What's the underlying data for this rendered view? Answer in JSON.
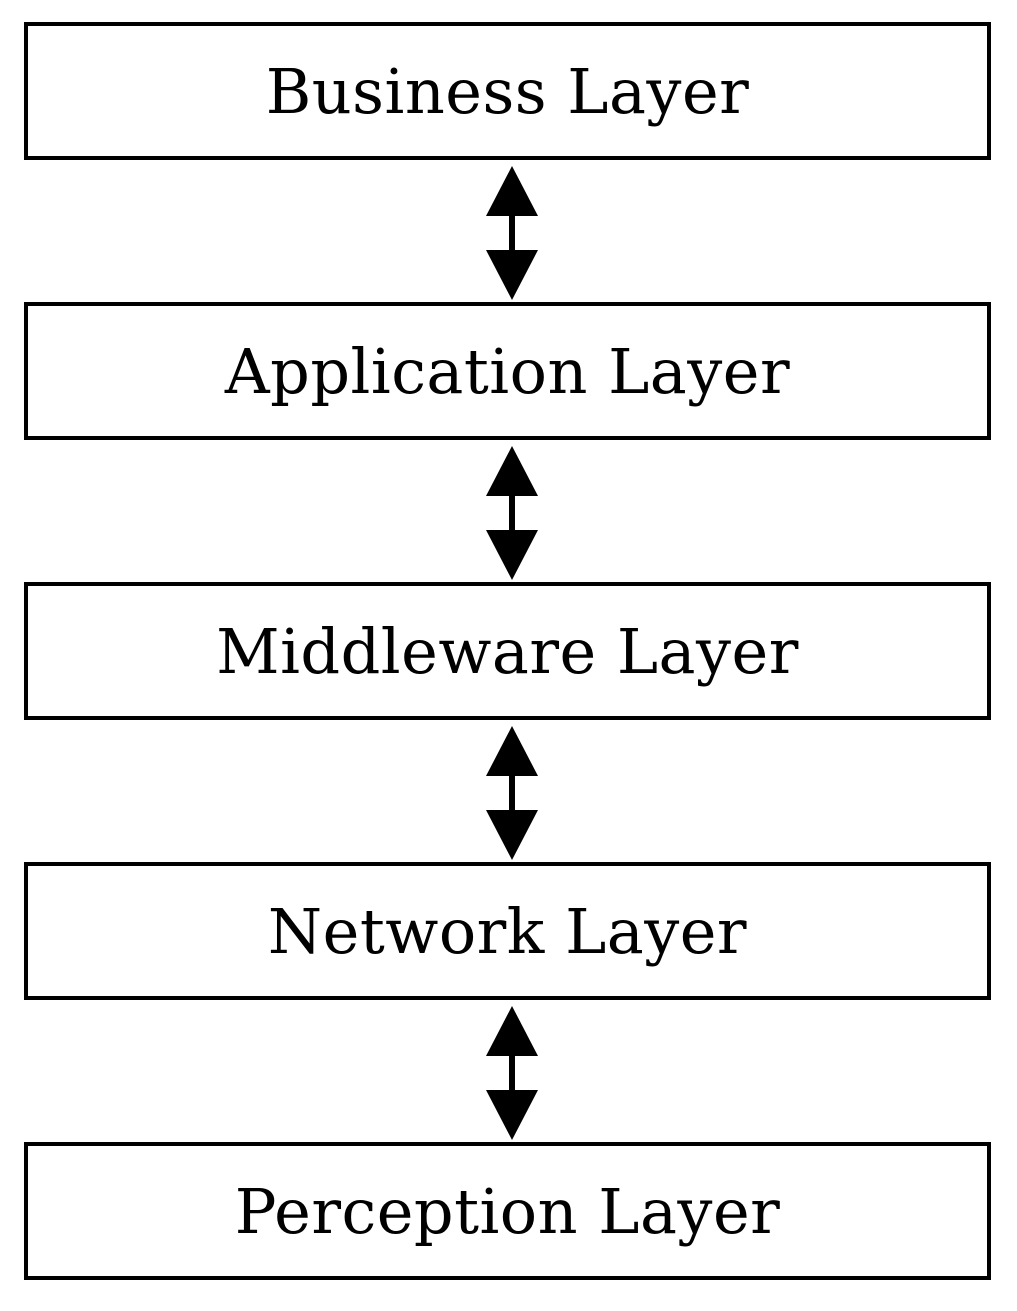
{
  "diagram": {
    "layers": [
      {
        "label": "Business Layer"
      },
      {
        "label": "Application Layer"
      },
      {
        "label": "Middleware Layer"
      },
      {
        "label": "Network Layer"
      },
      {
        "label": "Perception Layer"
      }
    ],
    "connections": [
      {
        "from": "Business Layer",
        "to": "Application Layer",
        "direction": "bidirectional"
      },
      {
        "from": "Application Layer",
        "to": "Middleware Layer",
        "direction": "bidirectional"
      },
      {
        "from": "Middleware Layer",
        "to": "Network Layer",
        "direction": "bidirectional"
      },
      {
        "from": "Network Layer",
        "to": "Perception Layer",
        "direction": "bidirectional"
      }
    ],
    "colors": {
      "stroke": "#000000",
      "background": "#ffffff"
    }
  }
}
